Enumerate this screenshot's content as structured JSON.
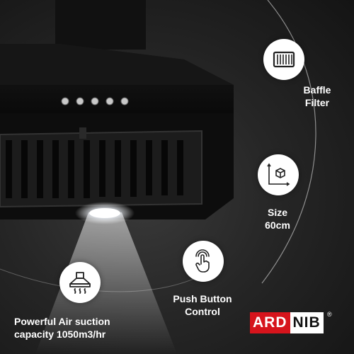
{
  "features": {
    "baffle": {
      "line1": "Baffle",
      "line2": "Filter",
      "icon": "baffle-filter-icon"
    },
    "size": {
      "line1": "Size",
      "line2": "60cm",
      "icon": "cube-dimension-icon"
    },
    "push": {
      "line1": "Push Button",
      "line2": "Control",
      "icon": "touch-hand-icon"
    },
    "suction": {
      "line1": "Powerful Air suction",
      "line2": "capacity 1050m3/hr",
      "icon": "chimney-hood-icon"
    }
  },
  "brand": {
    "part1": "ARD",
    "part2": "NIB",
    "registered": "®"
  },
  "colors": {
    "brand_red": "#d6141c",
    "hood_black": "#0d0d0d",
    "background": "#262626"
  }
}
